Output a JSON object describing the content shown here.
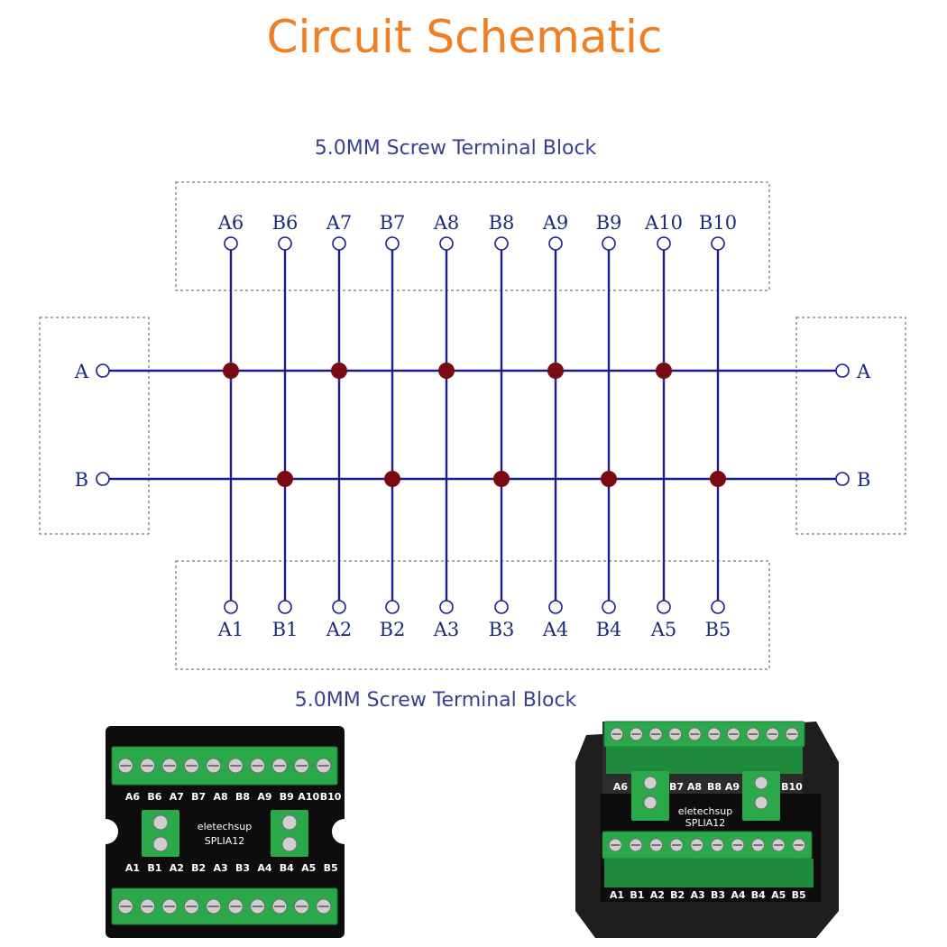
{
  "title": "Circuit Schematic",
  "top_block_label": "5.0MM Screw Terminal Block",
  "bottom_block_label": "5.0MM Screw Terminal Block",
  "top_pins": [
    "A6",
    "B6",
    "A7",
    "B7",
    "A8",
    "B8",
    "A9",
    "B9",
    "A10",
    "B10"
  ],
  "bottom_pins": [
    "A1",
    "B1",
    "A2",
    "B2",
    "A3",
    "B3",
    "A4",
    "B4",
    "A5",
    "B5"
  ],
  "bus_left": [
    "A",
    "B"
  ],
  "bus_right": [
    "A",
    "B"
  ],
  "photo_left": {
    "top_row": [
      "A6",
      "B6",
      "A7",
      "B7",
      "A8",
      "B8",
      "A9",
      "B9",
      "A10",
      "B10"
    ],
    "bottom_row": [
      "A1",
      "B1",
      "A2",
      "B2",
      "A3",
      "B3",
      "A4",
      "B4",
      "A5",
      "B5"
    ],
    "brand": "eletechsup",
    "model": "SPLIA12"
  },
  "photo_right": {
    "top_row": [
      "A6",
      "B7",
      "A8",
      "B8",
      "A9",
      "B10"
    ],
    "bottom_row": [
      "A1",
      "B1",
      "A2",
      "B2",
      "A3",
      "B3",
      "A4",
      "B4",
      "A5",
      "B5"
    ],
    "brand": "eletechsup",
    "model": "SPLIA12"
  },
  "colors": {
    "title": "#ef7f22",
    "block_label": "#3a3f8f",
    "wire": "#1c1c8c",
    "junction": "#7a0a12",
    "terminal_green": "#2aa84a",
    "pcb": "#0d0d0d"
  }
}
